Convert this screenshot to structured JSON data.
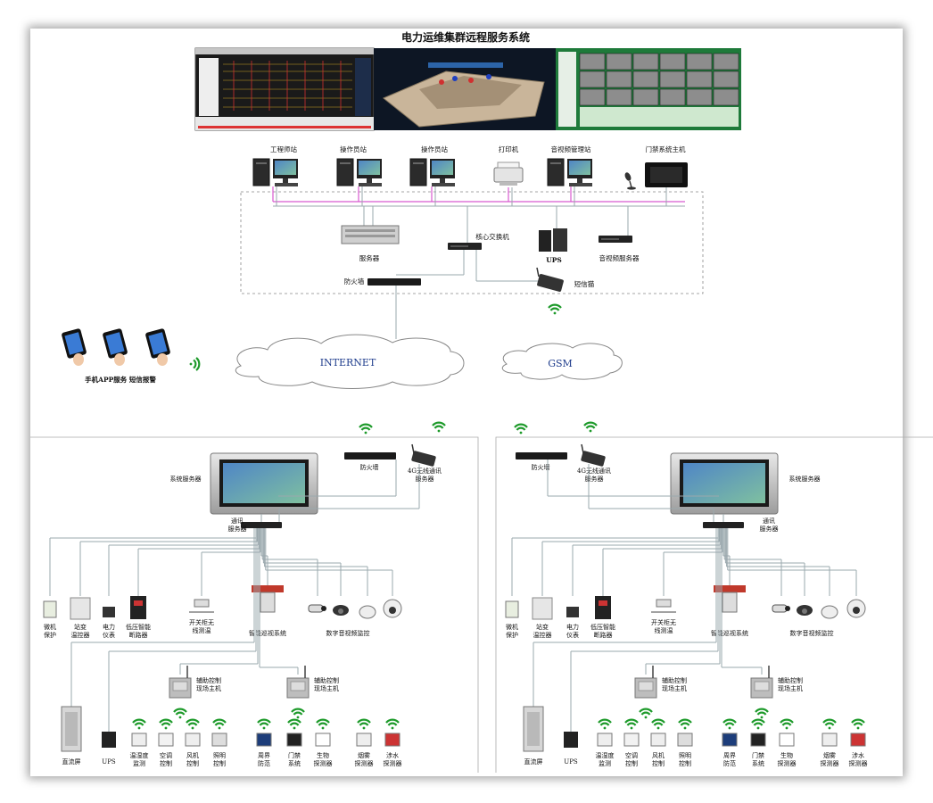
{
  "title": "电力运维集群远程服务系统",
  "top": {
    "engineer": "工程师站",
    "operator1": "操作员站",
    "operator2": "操作员站",
    "printer": "打印机",
    "av_station": "音视频管理站",
    "access_host": "门禁系统主机",
    "server": "服务器",
    "core_switch": "核心交换机",
    "ups": "UPS",
    "av_server": "音视频服务器",
    "firewall": "防火墙",
    "sms_cat": "短信猫"
  },
  "network": {
    "internet": "INTERNET",
    "gsm": "GSM",
    "mobile": "手机APP服务  短信报警"
  },
  "site": {
    "system_server": "系统服务器",
    "firewall": "防火墙",
    "wireless_1": "4G无线通讯",
    "wireless_2": "服务器",
    "comm_1": "通讯",
    "comm_2": "服务器",
    "micro_1": "微机",
    "micro_2": "保护",
    "sub_1": "站变",
    "sub_2": "温控器",
    "meter_1": "电力",
    "meter_2": "仪表",
    "breaker_1": "低压智能",
    "breaker_2": "断路器",
    "switch_1": "开关柜无",
    "switch_2": "线测温",
    "patrol": "智能巡视系统",
    "video": "数字音视频监控",
    "aux_1": "辅助控制",
    "aux_2": "现场主机",
    "dc": "直流屏",
    "ups": "UPS",
    "temp_1": "温湿度",
    "temp_2": "监测",
    "ac_1": "空调",
    "ac_2": "控制",
    "fan_1": "风机",
    "fan_2": "控制",
    "light_1": "照明",
    "light_2": "控制",
    "perimeter_1": "周界",
    "perimeter_2": "防范",
    "door_1": "门禁",
    "door_2": "系统",
    "bio_1": "生物",
    "bio_2": "探测器",
    "smoke_1": "烟雾",
    "smoke_2": "探测器",
    "water_1": "涉水",
    "water_2": "探测器"
  },
  "colors": {
    "line": "#9aa8ad",
    "pink": "#d85bd0",
    "dash": "#888888",
    "wifi": "#1d9a2a",
    "cloud_text": "#1e3c8c"
  }
}
